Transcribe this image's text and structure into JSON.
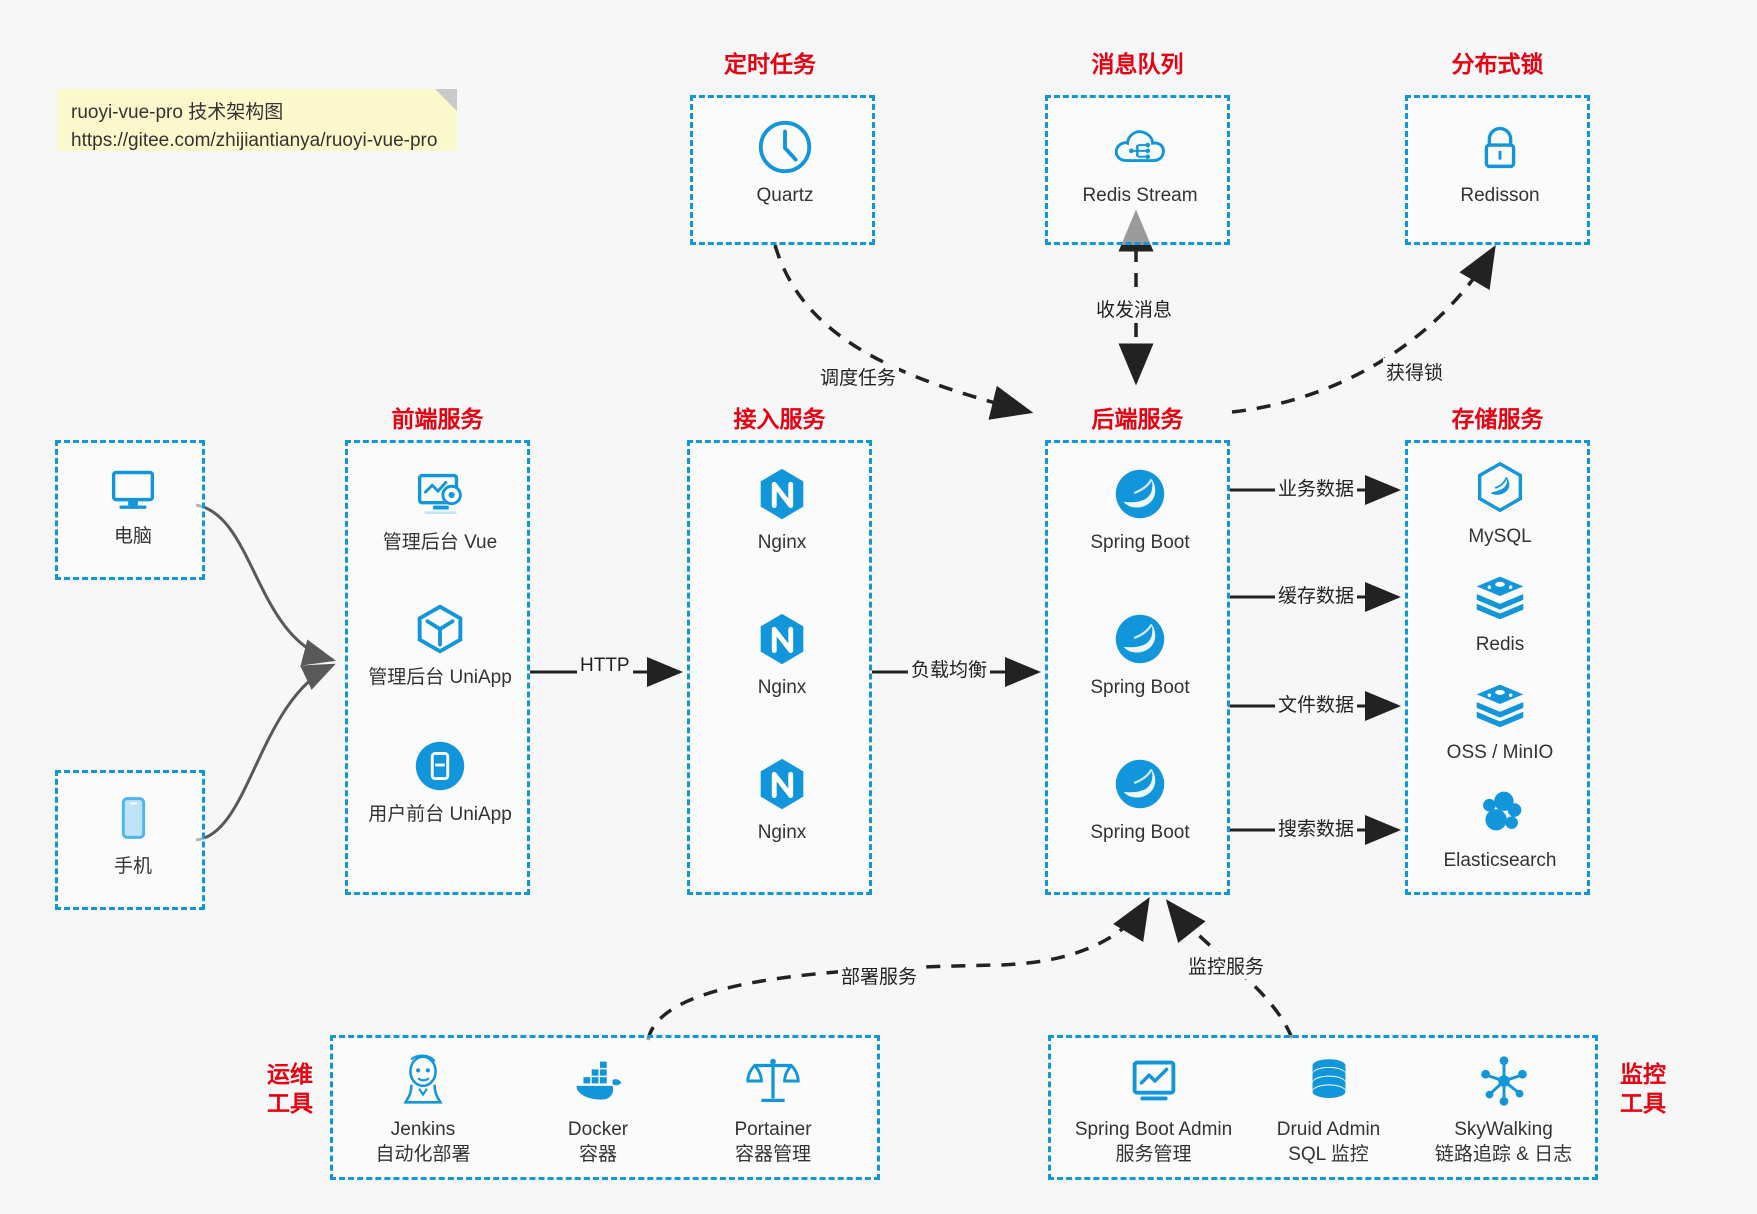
{
  "note": {
    "line1": "ruoyi-vue-pro 技术架构图",
    "line2": "https://gitee.com/zhijiantianya/ruoyi-vue-pro"
  },
  "colors": {
    "accent_blue": "#1296db",
    "title_red": "#e60012",
    "note_yellow": "#fbf8cc",
    "background": "#f7f7f7",
    "arrow_black": "#222222",
    "arrow_gray": "#595959"
  },
  "groups": {
    "scheduled_tasks": {
      "title": "定时任务",
      "items": [
        {
          "label": "Quartz",
          "icon": "clock-icon"
        }
      ]
    },
    "message_queue": {
      "title": "消息队列",
      "items": [
        {
          "label": "Redis Stream",
          "icon": "cloud-network-icon"
        }
      ]
    },
    "distributed_lock": {
      "title": "分布式锁",
      "items": [
        {
          "label": "Redisson",
          "icon": "lock-icon"
        }
      ]
    },
    "clients": {
      "items": [
        {
          "label": "电脑",
          "icon": "desktop-icon"
        },
        {
          "label": "手机",
          "icon": "mobile-icon"
        }
      ]
    },
    "frontend": {
      "title": "前端服务",
      "items": [
        {
          "label": "管理后台 Vue",
          "icon": "dashboard-gear-icon"
        },
        {
          "label": "管理后台 UniApp",
          "icon": "cube-icon"
        },
        {
          "label": "用户前台 UniApp",
          "icon": "phone-app-icon"
        }
      ]
    },
    "gateway": {
      "title": "接入服务",
      "items": [
        {
          "label": "Nginx",
          "icon": "nginx-icon"
        },
        {
          "label": "Nginx",
          "icon": "nginx-icon"
        },
        {
          "label": "Nginx",
          "icon": "nginx-icon"
        }
      ]
    },
    "backend": {
      "title": "后端服务",
      "items": [
        {
          "label": "Spring Boot",
          "icon": "spring-boot-icon"
        },
        {
          "label": "Spring Boot",
          "icon": "spring-boot-icon"
        },
        {
          "label": "Spring Boot",
          "icon": "spring-boot-icon"
        }
      ]
    },
    "storage": {
      "title": "存储服务",
      "items": [
        {
          "label": "MySQL",
          "icon": "mysql-icon"
        },
        {
          "label": "Redis",
          "icon": "redis-icon"
        },
        {
          "label": "OSS / MinIO",
          "icon": "oss-minio-icon"
        },
        {
          "label": "Elasticsearch",
          "icon": "elasticsearch-icon"
        }
      ]
    },
    "devops": {
      "title": "运维\n工具",
      "title_line1": "运维",
      "title_line2": "工具",
      "items": [
        {
          "label": "Jenkins",
          "sub": "自动化部署",
          "icon": "jenkins-icon"
        },
        {
          "label": "Docker",
          "sub": "容器",
          "icon": "docker-icon"
        },
        {
          "label": "Portainer",
          "sub": "容器管理",
          "icon": "scales-icon"
        }
      ]
    },
    "monitoring": {
      "title_line1": "监控",
      "title_line2": "工具",
      "items": [
        {
          "label": "Spring Boot Admin",
          "sub": "服务管理",
          "icon": "monitor-chart-icon"
        },
        {
          "label": "Druid Admin",
          "sub": "SQL 监控",
          "icon": "database-icon"
        },
        {
          "label": "SkyWalking",
          "sub": "链路追踪 & 日志",
          "icon": "skywalking-icon"
        }
      ]
    }
  },
  "edges": {
    "schedule_task": "调度任务",
    "send_receive_message": "收发消息",
    "acquire_lock": "获得锁",
    "http": "HTTP",
    "load_balance": "负载均衡",
    "business_data": "业务数据",
    "cache_data": "缓存数据",
    "file_data": "文件数据",
    "search_data": "搜索数据",
    "deploy_service": "部署服务",
    "monitor_service": "监控服务"
  }
}
